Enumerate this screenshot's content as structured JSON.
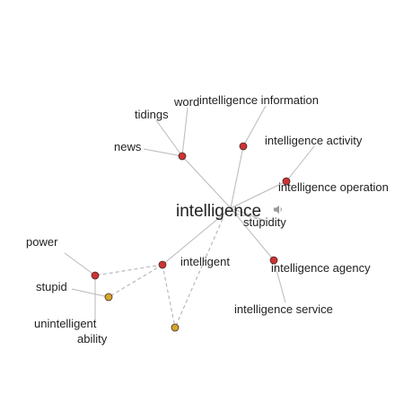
{
  "graph": {
    "center": {
      "label": "intelligence",
      "speaker_icon": "speaker-icon"
    },
    "related_words": [
      {
        "id": "word",
        "label": "word",
        "type": "none"
      },
      {
        "id": "tidings",
        "label": "tidings",
        "type": "none"
      },
      {
        "id": "news",
        "label": "news",
        "type": "none"
      },
      {
        "id": "intelligence-information",
        "label": "intelligence information",
        "type": "noun"
      },
      {
        "id": "intelligence-activity",
        "label": "intelligence activity",
        "type": "none"
      },
      {
        "id": "intelligence-operation",
        "label": "intelligence operation",
        "type": "noun"
      },
      {
        "id": "stupidity",
        "label": "stupidity",
        "type": "none"
      },
      {
        "id": "intelligence-agency",
        "label": "intelligence agency",
        "type": "noun"
      },
      {
        "id": "intelligence-service",
        "label": "intelligence service",
        "type": "none"
      },
      {
        "id": "intelligent",
        "label": "intelligent",
        "type": "noun"
      },
      {
        "id": "power",
        "label": "power",
        "type": "none"
      },
      {
        "id": "stupid",
        "label": "stupid",
        "type": "noun"
      },
      {
        "id": "unintelligent",
        "label": "unintelligent",
        "type": "adjective"
      },
      {
        "id": "ability",
        "label": "ability",
        "type": "adjective"
      }
    ],
    "colors": {
      "noun": "#cc3333",
      "adjective": "#d4a62a",
      "edge": "#b9b9b9",
      "text": "#222222"
    }
  }
}
